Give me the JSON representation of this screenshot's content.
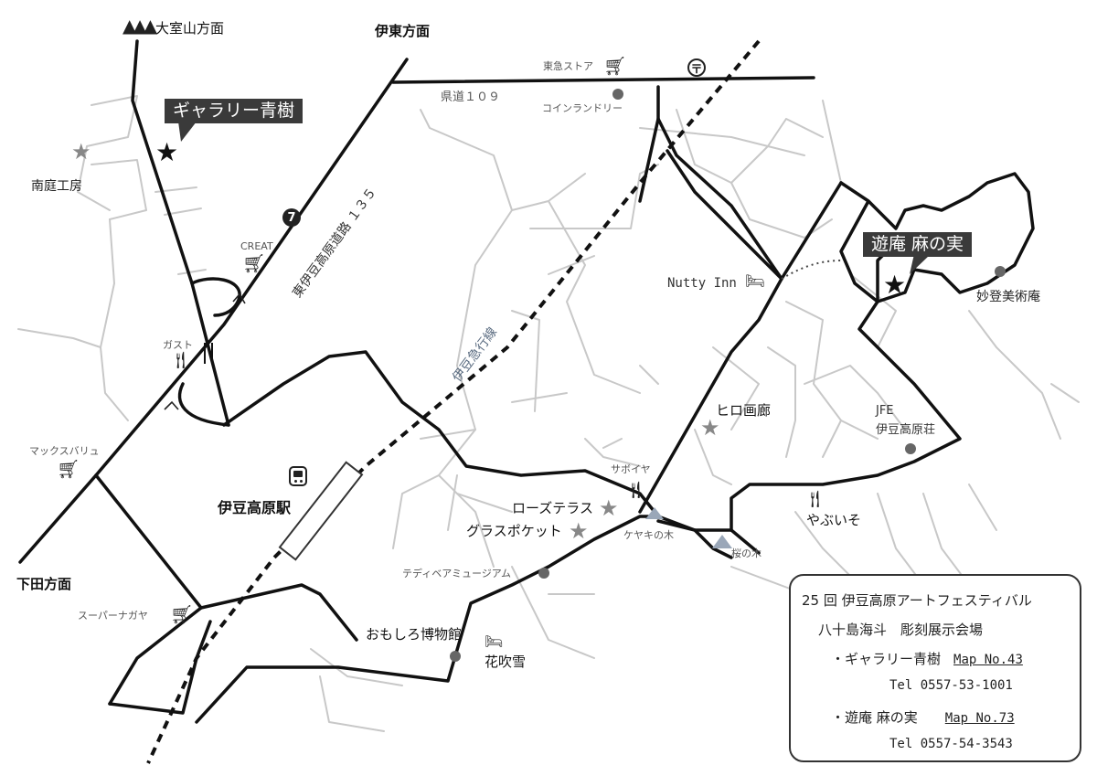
{
  "directions": {
    "omuroyama": "大室山方面",
    "ito": "伊東方面",
    "shimoda": "下田方面"
  },
  "roads": {
    "kendo109": "県道１０９",
    "higashi_izu": "東伊豆高原道路 １３５",
    "izukyu": "伊豆急行線"
  },
  "places": {
    "tokyu_store": "東急ストア",
    "coin_laundry": "コインランドリー",
    "nantei_kobo": "南庭工房",
    "creat": "CREAT",
    "gusto": "ガスト",
    "max_valu": "マックスバリュ",
    "izu_kogen_eki": "伊豆高原駅",
    "super_nagaya": "スーパーナガヤ",
    "nutty_inn": "Nutty Inn",
    "myoto_museum": "妙登美術庵",
    "hiro_gallery": "ヒロ画廊",
    "jfe": "JFE",
    "izu_kogen_so": "伊豆高原荘",
    "saboiya": "サボイヤ",
    "rose_terrace": "ローズテラス",
    "glass_pocket": "グラスポケット",
    "keyaki": "ケヤキの木",
    "sakura": "桜の木",
    "yabuiso": "やぶいそ",
    "teddy_museum": "テディベアミュージアム",
    "omoshiro_museum": "おもしろ博物館",
    "kafubuki": "花吹雪"
  },
  "highlights": {
    "gallery_aoki": "ギャラリー青樹",
    "yuan_asanomi": "遊庵 麻の実"
  },
  "infobox": {
    "title": "25 回 伊豆高原アートフェスティバル",
    "subtitle": "八十島海斗　彫刻展示会場",
    "v1_name": "・ギャラリー青樹",
    "v1_link": "Map No.43",
    "v1_tel": "Tel  0557-53-1001",
    "v2_name": "・遊庵 麻の実",
    "v2_link": "Map No.73",
    "v2_tel": "Tel  0557-54-3543"
  },
  "icons": {
    "seven": "7",
    "post": "〒"
  },
  "colors": {
    "road_main": "#111111",
    "road_minor": "#c8c8c8",
    "tag_bg": "#3a3a3a",
    "star_gray": "#888888"
  }
}
